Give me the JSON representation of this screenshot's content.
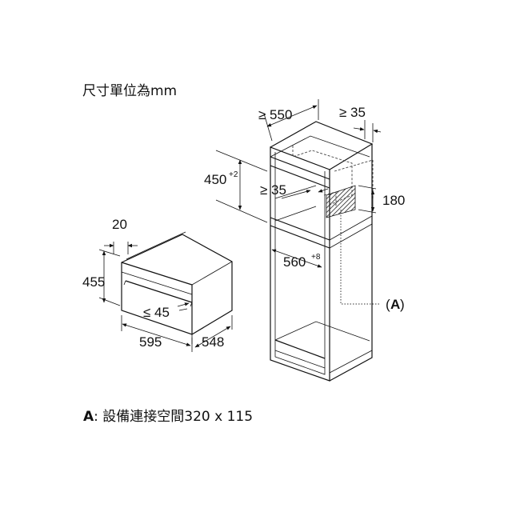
{
  "header": {
    "unit_note": "尺寸單位為mm"
  },
  "oven": {
    "top_depth": "20",
    "height": "455",
    "front_gap": "≤ 45",
    "width": "595",
    "depth": "548"
  },
  "cabinet": {
    "depth": "≥ 550",
    "rear_gap": "≥ 35",
    "niche_height": "450",
    "niche_height_tol": "+2",
    "inner_gap": "≥ 35",
    "vent_height": "180",
    "niche_width": "560",
    "niche_width_tol": "+8",
    "space_marker": "A"
  },
  "legend": {
    "key": "A",
    "text": ": 設備連接空間320 x 115"
  }
}
